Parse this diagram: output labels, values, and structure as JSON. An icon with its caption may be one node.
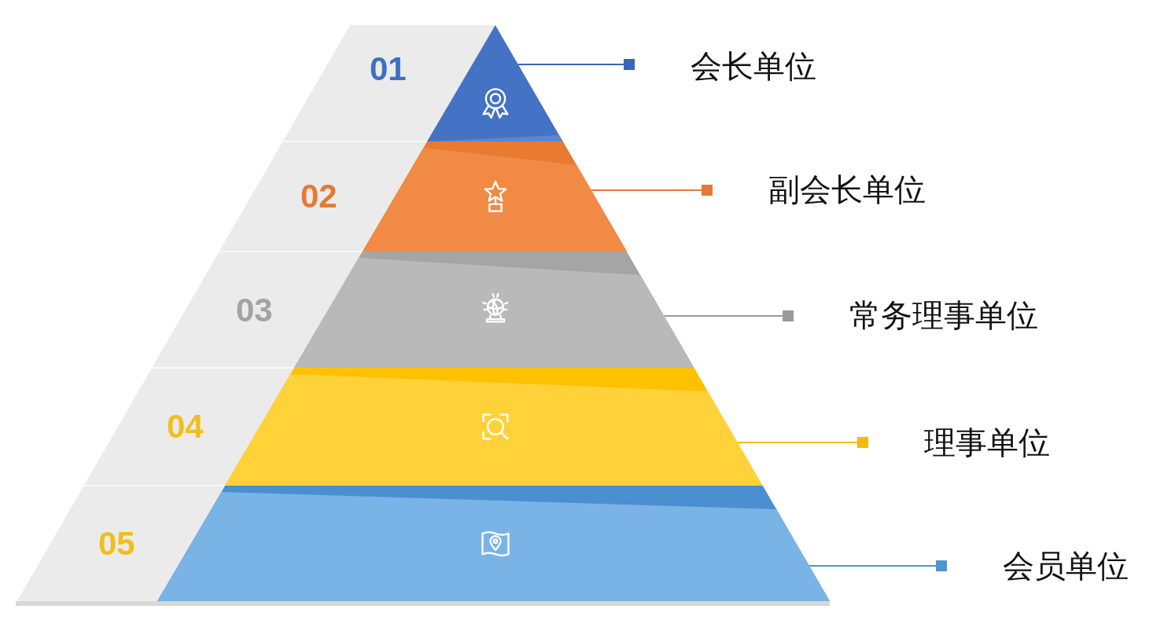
{
  "diagram": {
    "nodes": [
      {
        "text": [],
        "shape": "triangle"
      },
      {
        "text": [],
        "shape": "band"
      },
      {
        "text": [],
        "shape": "band"
      },
      {
        "text": [],
        "shape": "band"
      },
      {
        "text": [],
        "shape": "band"
      },
      {
        "text": [
          "会长单位"
        ]
      },
      {
        "text": [
          "副会长单位"
        ]
      },
      {
        "text": [
          "常务理事单位"
        ]
      },
      {
        "text": [
          "理事单位"
        ]
      },
      {
        "text": [
          "会员单位"
        ]
      }
    ],
    "edges": [
      {
        "from": 0,
        "to": 5,
        "arrow": "other",
        "color": "#3a64b8"
      },
      {
        "from": 1,
        "to": 6,
        "arrow": "other",
        "color": "#e2793a"
      },
      {
        "from": 2,
        "to": 7,
        "arrow": "other",
        "color": "#9a9a9a"
      },
      {
        "from": 3,
        "to": 8,
        "arrow": "other",
        "color": "#f2bb12"
      },
      {
        "from": 4,
        "to": 9,
        "arrow": "other",
        "color": "#4e95cf"
      }
    ],
    "labels": [
      "01",
      "02",
      "03",
      "04",
      "05"
    ]
  }
}
